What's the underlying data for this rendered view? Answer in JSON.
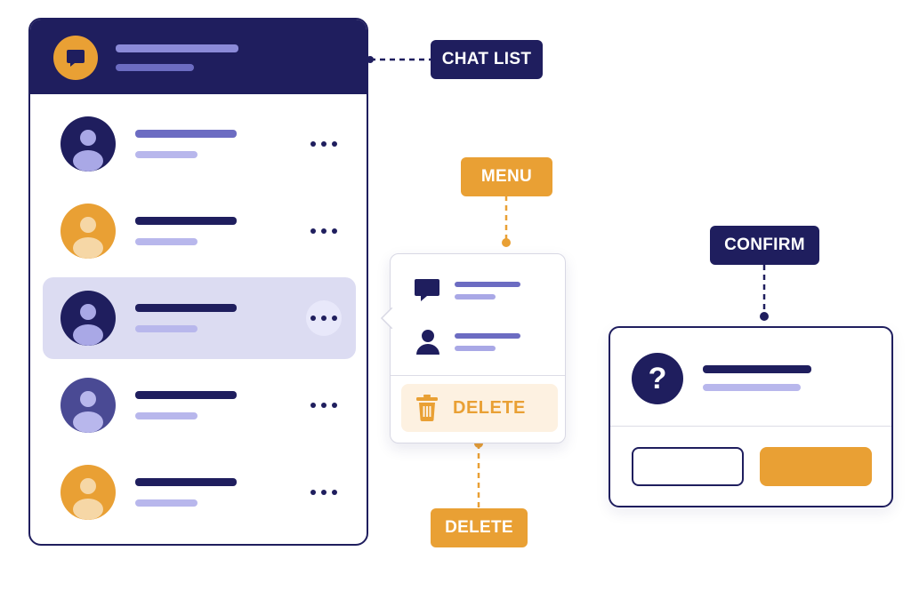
{
  "labels": {
    "chat_list": "CHAT LIST",
    "menu": "MENU",
    "delete_callout": "DELETE",
    "confirm": "CONFIRM"
  },
  "menu": {
    "items": [
      {
        "icon": "chat-bubble-icon"
      },
      {
        "icon": "user-icon"
      }
    ],
    "delete_label": "DELETE",
    "delete_icon": "trash-icon"
  },
  "dialog": {
    "icon": "question-icon",
    "icon_text": "?"
  },
  "chat_rows": [
    {
      "avatar_color": "#1f1e5e",
      "selected": false
    },
    {
      "avatar_color": "#e9a034",
      "selected": false
    },
    {
      "avatar_color": "#1f1e5e",
      "selected": true
    },
    {
      "avatar_color": "#4a4a94",
      "selected": false
    },
    {
      "avatar_color": "#e9a034",
      "selected": false
    }
  ],
  "colors": {
    "navy": "#1f1e5e",
    "orange": "#e9a034",
    "lavender": "#a9a8e6",
    "selected_row": "#dcdcf2"
  }
}
